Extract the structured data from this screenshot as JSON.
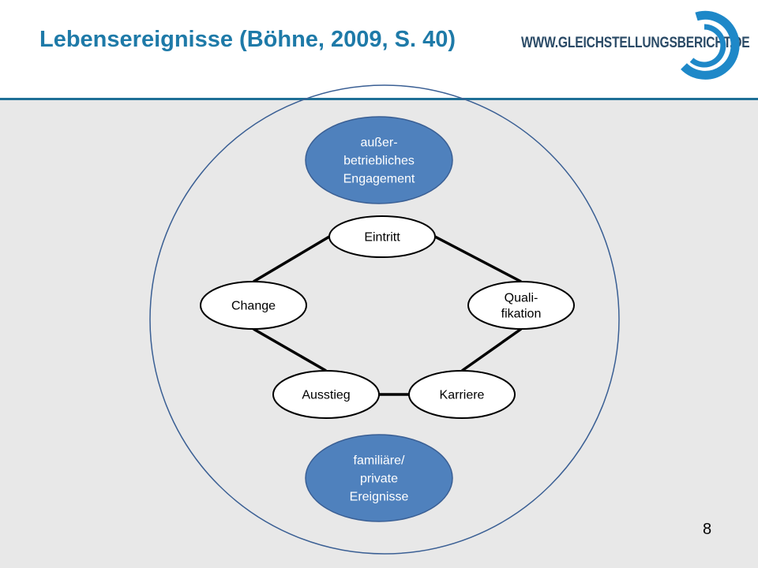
{
  "slide": {
    "title": "Lebensereignisse (Böhne, 2009, S. 40)",
    "site_url": "WWW.GLEICHSTELLUNGSBERICHT.DE",
    "page_number": "8"
  },
  "colors": {
    "title": "#1e7aa8",
    "brand_dark": "#2a4a66",
    "brand_ring": "#1e88c8",
    "outer_node_fill": "#4f81bd",
    "outer_ring_stroke": "#3a5f94",
    "background": "#e8e8e8"
  },
  "diagram": {
    "outer_nodes": [
      {
        "id": "ausserbetrieblich",
        "lines": [
          "außer-",
          "betriebliches",
          "Engagement"
        ]
      },
      {
        "id": "familiaer",
        "lines": [
          "familiäre/",
          "private",
          "Ereignisse"
        ]
      }
    ],
    "inner_nodes": [
      {
        "id": "eintritt",
        "lines": [
          "Eintritt"
        ]
      },
      {
        "id": "qualifikation",
        "lines": [
          "Quali-",
          "fikation"
        ]
      },
      {
        "id": "karriere",
        "lines": [
          "Karriere"
        ]
      },
      {
        "id": "ausstieg",
        "lines": [
          "Ausstieg"
        ]
      },
      {
        "id": "change",
        "lines": [
          "Change"
        ]
      }
    ],
    "connections": [
      [
        "eintritt",
        "qualifikation"
      ],
      [
        "qualifikation",
        "karriere"
      ],
      [
        "karriere",
        "ausstieg"
      ],
      [
        "ausstieg",
        "change"
      ],
      [
        "change",
        "eintritt"
      ]
    ]
  }
}
